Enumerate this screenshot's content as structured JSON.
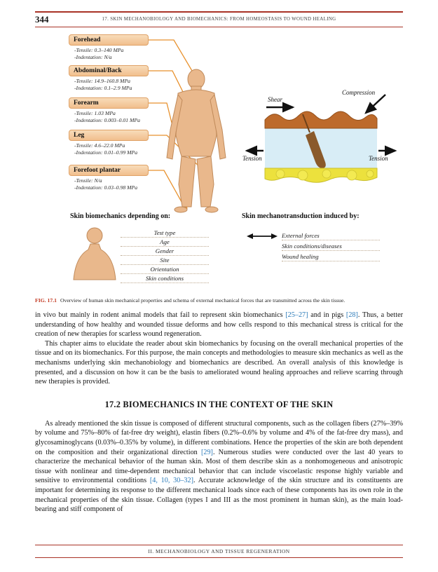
{
  "header": {
    "page_number": "344",
    "running_title": "17. SKIN MECHANOBIOLOGY AND BIOMECHANICS: FROM HOMEOSTASIS TO WOUND HEALING"
  },
  "figure": {
    "sites": [
      {
        "name": "Forehead",
        "line1": "-Tensile: 0.3–140 MPa",
        "line2": "-Indentation: N/a"
      },
      {
        "name": "Abdominal/Back",
        "line1": "-Tensile: 14.9–160.8 MPa",
        "line2": "-Indentation: 0.1–2.9 MPa"
      },
      {
        "name": "Forearm",
        "line1": "-Tensile: 1.03 MPa",
        "line2": "-Indentation: 0.003–0.01 MPa"
      },
      {
        "name": "Leg",
        "line1": "-Tensile: 4.6–22.0 MPa",
        "line2": "-Indentation: 0.01–0.99 MPa"
      },
      {
        "name": "Forefoot plantar",
        "line1": "-Tensile: N/a",
        "line2": "-Indentation: 0.03–0.98 MPa"
      }
    ],
    "forces": {
      "shear": "Shear",
      "compression": "Compression",
      "tension_left": "Tension",
      "tension_right": "Tension"
    },
    "left_panel": {
      "title": "Skin biomechanics depending on:",
      "items": [
        "Test type",
        "Age",
        "Gender",
        "Site",
        "Orientation",
        "Skin conditions"
      ]
    },
    "right_panel": {
      "title": "Skin mechanotransduction induced by:",
      "items": [
        "External forces",
        "Skin conditions/diseases",
        "Wound healing"
      ]
    },
    "caption_label": "FIG. 17.1",
    "caption_text": "Overview of human skin mechanical properties and schema of external mechanical forces that are transmitted across the skin tissue."
  },
  "body": {
    "para1": {
      "t1": "in vivo but mainly in rodent animal models that fail to represent skin biomechanics ",
      "c1": "[25–27]",
      "t2": " and in pigs ",
      "c2": "[28]",
      "t3": ". Thus, a better understanding of how healthy and wounded tissue deforms and how cells respond to this mechanical stress is critical for the creation of new therapies for scarless wound regeneration."
    },
    "para2": "This chapter aims to elucidate the reader about skin biomechanics by focusing on the overall mechanical properties of the tissue and on its biomechanics. For this purpose, the main concepts and methodologies to measure skin mechanics as well as the mechanisms underlying skin mechanobiology and biomechanics are described. An overall analysis of this knowledge is presented, and a discussion on how it can be the basis to ameliorated wound healing approaches and relieve scarring through new therapies is provided.",
    "section_heading": "17.2  BIOMECHANICS IN THE CONTEXT OF THE SKIN",
    "para3": {
      "t1": "As already mentioned the skin tissue is composed of different structural components, such as the collagen fibers (27%–39% by volume and 75%–80% of fat-free dry weight), elastin fibers (0.2%–0.6% by volume and 4% of the fat-free dry mass), and glycosaminoglycans (0.03%–0.35% by volume), in different combinations. Hence the properties of the skin are both dependent on the composition and their organizational direction ",
      "c1": "[29]",
      "t2": ". Numerous studies were conducted over the last 40 years to characterize the mechanical behavior of the human skin. Most of them describe skin as a nonhomogeneous and anisotropic tissue with nonlinear and time-dependent mechanical behavior that can include viscoelastic response highly variable and sensitive to environmental conditions ",
      "c2": "[4, 10, 30–32]",
      "t3": ". Accurate acknowledge of the skin structure and its constituents are important for determining its response to the different mechanical loads since each of these components has its own role in the mechanical properties of the skin tissue. Collagen (types I and III as the most prominent in human skin), as the main load-bearing and stiff component of"
    }
  },
  "footer": {
    "text": "II. MECHANOBIOLOGY AND TISSUE REGENERATION"
  }
}
